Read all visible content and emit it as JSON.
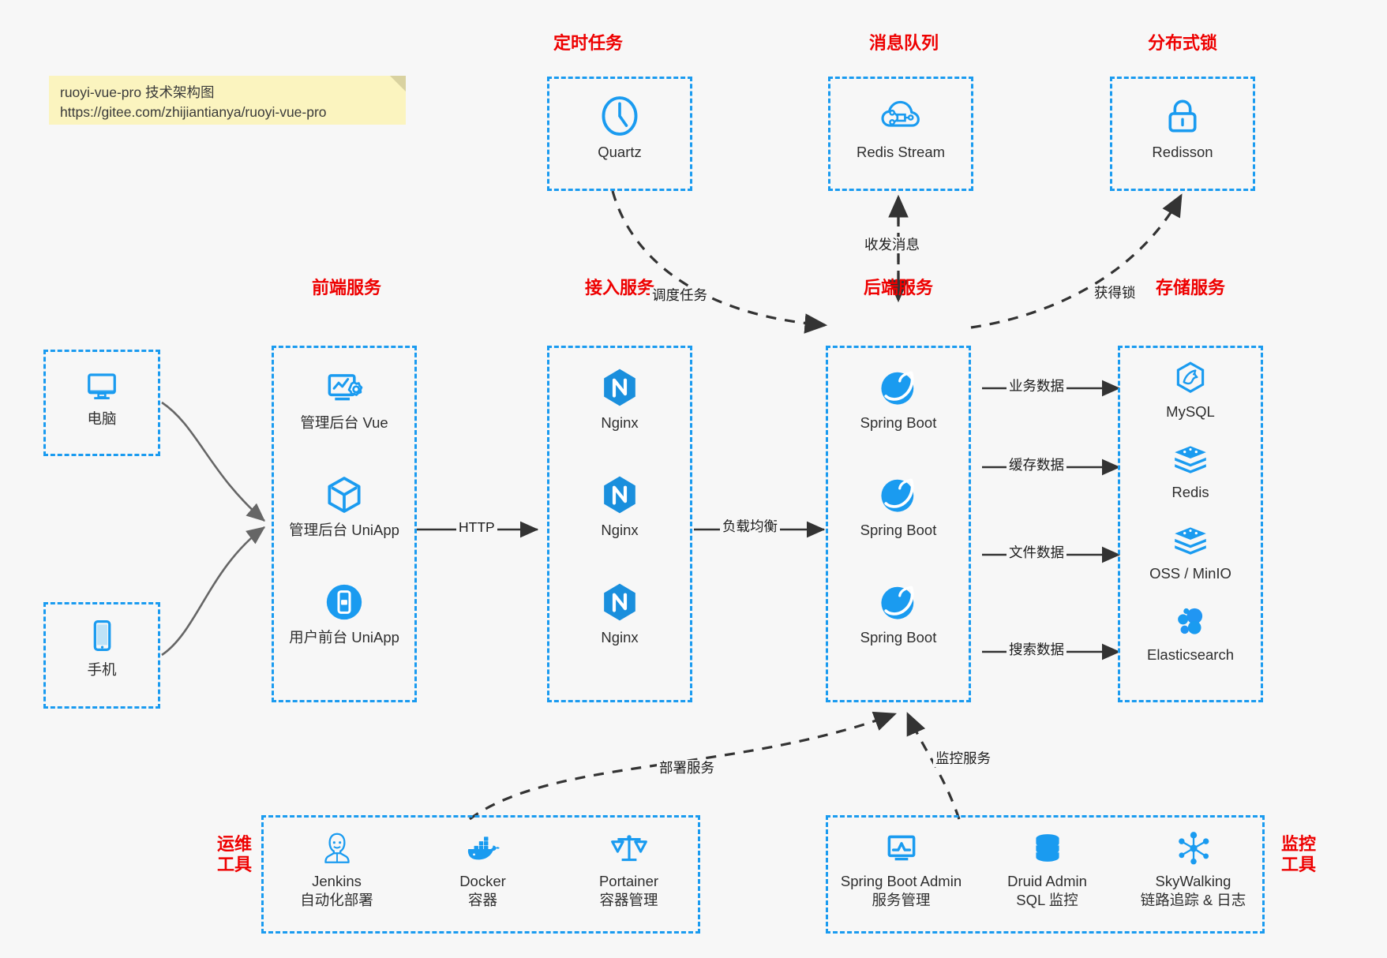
{
  "note": {
    "line1": "ruoyi-vue-pro 技术架构图",
    "line2": "https://gitee.com/zhijiantianya/ruoyi-vue-pro"
  },
  "colors": {
    "accent": "#1a9bf0",
    "caption": "#ee0000",
    "note_bg": "#fbf4bf",
    "page_bg": "#f7f7f7",
    "edge": "#333333",
    "client_edge": "#666666"
  },
  "groups": {
    "scheduler": {
      "caption": "定时任务"
    },
    "mq": {
      "caption": "消息队列"
    },
    "lock": {
      "caption": "分布式锁"
    },
    "frontend": {
      "caption": "前端服务"
    },
    "gateway": {
      "caption": "接入服务"
    },
    "backend": {
      "caption": "后端服务"
    },
    "storage": {
      "caption": "存储服务"
    },
    "devops": {
      "caption_line1": "运维",
      "caption_line2": "工具"
    },
    "monitor": {
      "caption_line1": "监控",
      "caption_line2": "工具"
    }
  },
  "clients": [
    {
      "label": "电脑",
      "icon": "desktop-icon"
    },
    {
      "label": "手机",
      "icon": "mobile-icon"
    }
  ],
  "scheduler_items": [
    {
      "label": "Quartz",
      "icon": "clock-icon"
    }
  ],
  "mq_items": [
    {
      "label": "Redis Stream",
      "icon": "cloud-stream-icon"
    }
  ],
  "lock_items": [
    {
      "label": "Redisson",
      "icon": "lock-icon"
    }
  ],
  "frontend_items": [
    {
      "label": "管理后台 Vue",
      "icon": "monitor-settings-icon"
    },
    {
      "label": "管理后台 UniApp",
      "icon": "cube-icon"
    },
    {
      "label": "用户前台 UniApp",
      "icon": "phone-app-icon"
    }
  ],
  "gateway_items": [
    {
      "label": "Nginx",
      "icon": "nginx-icon"
    },
    {
      "label": "Nginx",
      "icon": "nginx-icon"
    },
    {
      "label": "Nginx",
      "icon": "nginx-icon"
    }
  ],
  "backend_items": [
    {
      "label": "Spring Boot",
      "icon": "spring-leaf-icon"
    },
    {
      "label": "Spring Boot",
      "icon": "spring-leaf-icon"
    },
    {
      "label": "Spring Boot",
      "icon": "spring-leaf-icon"
    }
  ],
  "storage_items": [
    {
      "label": "MySQL",
      "icon": "mysql-dolphin-icon"
    },
    {
      "label": "Redis",
      "icon": "redis-stack-icon"
    },
    {
      "label": "OSS / MinIO",
      "icon": "oss-stack-icon"
    },
    {
      "label": "Elasticsearch",
      "icon": "elasticsearch-icon"
    }
  ],
  "devops_items": [
    {
      "label": "Jenkins",
      "sub": "自动化部署",
      "icon": "jenkins-butler-icon"
    },
    {
      "label": "Docker",
      "sub": "容器",
      "icon": "docker-whale-icon"
    },
    {
      "label": "Portainer",
      "sub": "容器管理",
      "icon": "scales-icon"
    }
  ],
  "monitor_items": [
    {
      "label": "Spring Boot Admin",
      "sub": "服务管理",
      "icon": "chart-monitor-icon"
    },
    {
      "label": "Druid Admin",
      "sub": "SQL 监控",
      "icon": "database-icon"
    },
    {
      "label": "SkyWalking",
      "sub": "链路追踪 & 日志",
      "icon": "network-nodes-icon"
    }
  ],
  "edge_labels": {
    "http": "HTTP",
    "load_balance": "负载均衡",
    "schedule_task": "调度任务",
    "send_receive_msg": "收发消息",
    "acquire_lock": "获得锁",
    "business_data": "业务数据",
    "cache_data": "缓存数据",
    "file_data": "文件数据",
    "search_data": "搜索数据",
    "deploy_service": "部署服务",
    "monitor_service": "监控服务"
  }
}
